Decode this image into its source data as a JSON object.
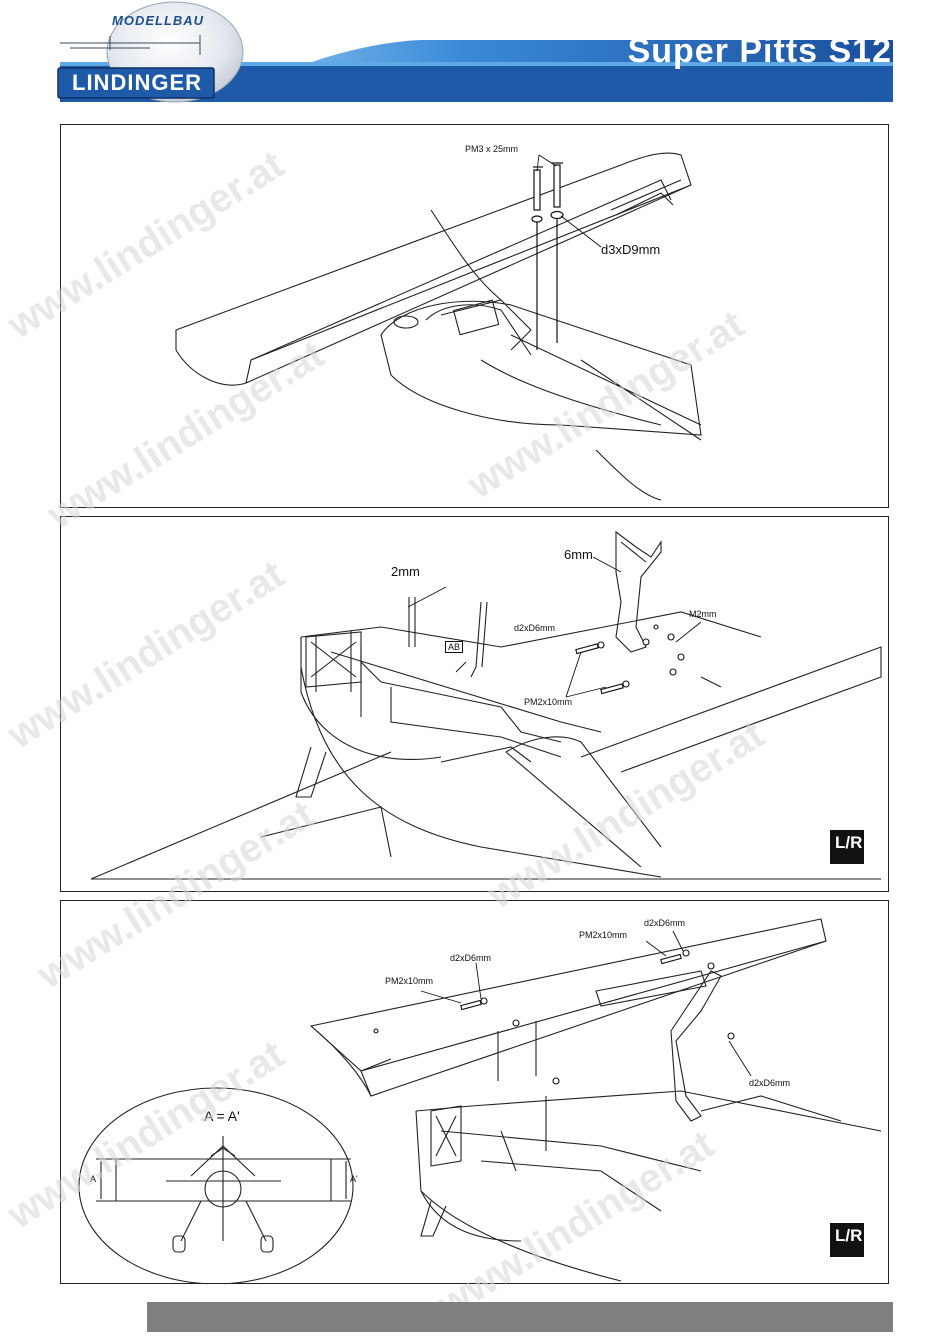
{
  "header": {
    "logo_top": "MODELLBAU",
    "logo_main": "LINDINGER",
    "title": "Super Pitts S12"
  },
  "watermark": "www.lindinger.at",
  "panel1": {
    "label_screw": "PM3 x 25mm",
    "label_washer": "d3xD9mm"
  },
  "panel2": {
    "label_2mm": "2mm",
    "label_ab": "AB",
    "label_6mm": "6mm",
    "label_d2": "d2xD6mm",
    "label_m2": "M2mm",
    "label_pm2": "PM2x10mm",
    "badge": "L/R"
  },
  "panel3": {
    "label_pm2_top": "PM2x10mm",
    "label_d2_top": "d2xD6mm",
    "label_d2_mid": "d2xD6mm",
    "label_pm2_mid": "PM2x10mm",
    "label_d2_right": "d2xD6mm",
    "label_equation": "A = A'",
    "label_a": "A",
    "label_a_prime": "A'",
    "badge": "L/R"
  },
  "colors": {
    "header_blue": "#1e5aa8",
    "header_light": "#5fa8e6",
    "footer_gray": "#7f7f7f"
  }
}
